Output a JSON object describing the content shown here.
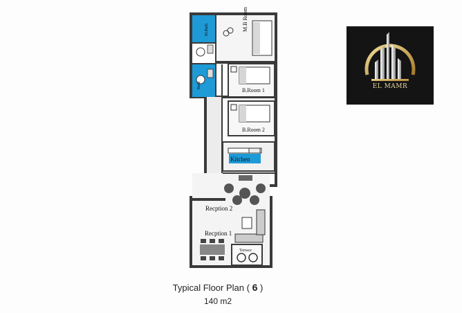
{
  "plan": {
    "rooms": {
      "master_bedroom": "M.B Room",
      "bedroom_1": "B.Room 1",
      "bedroom_2": "B.Room 2",
      "kitchen": "Kitchen",
      "reception_2": "Recption 2",
      "reception_1": "Recption 1",
      "terrace": "Terrace",
      "bath": "Bath",
      "master_bath": "M.Bath"
    }
  },
  "caption": {
    "title_prefix": "Typical Floor Plan (",
    "plan_number": "6",
    "title_suffix": ")",
    "area": "140 m2"
  },
  "logo": {
    "text": "EL MAMR"
  },
  "colors": {
    "bath_blue": "#1e9ad6",
    "wall": "#3a3a3a",
    "floor": "#f1f1f1",
    "logo_bg": "#141414",
    "logo_gold": "#c9a24a"
  }
}
